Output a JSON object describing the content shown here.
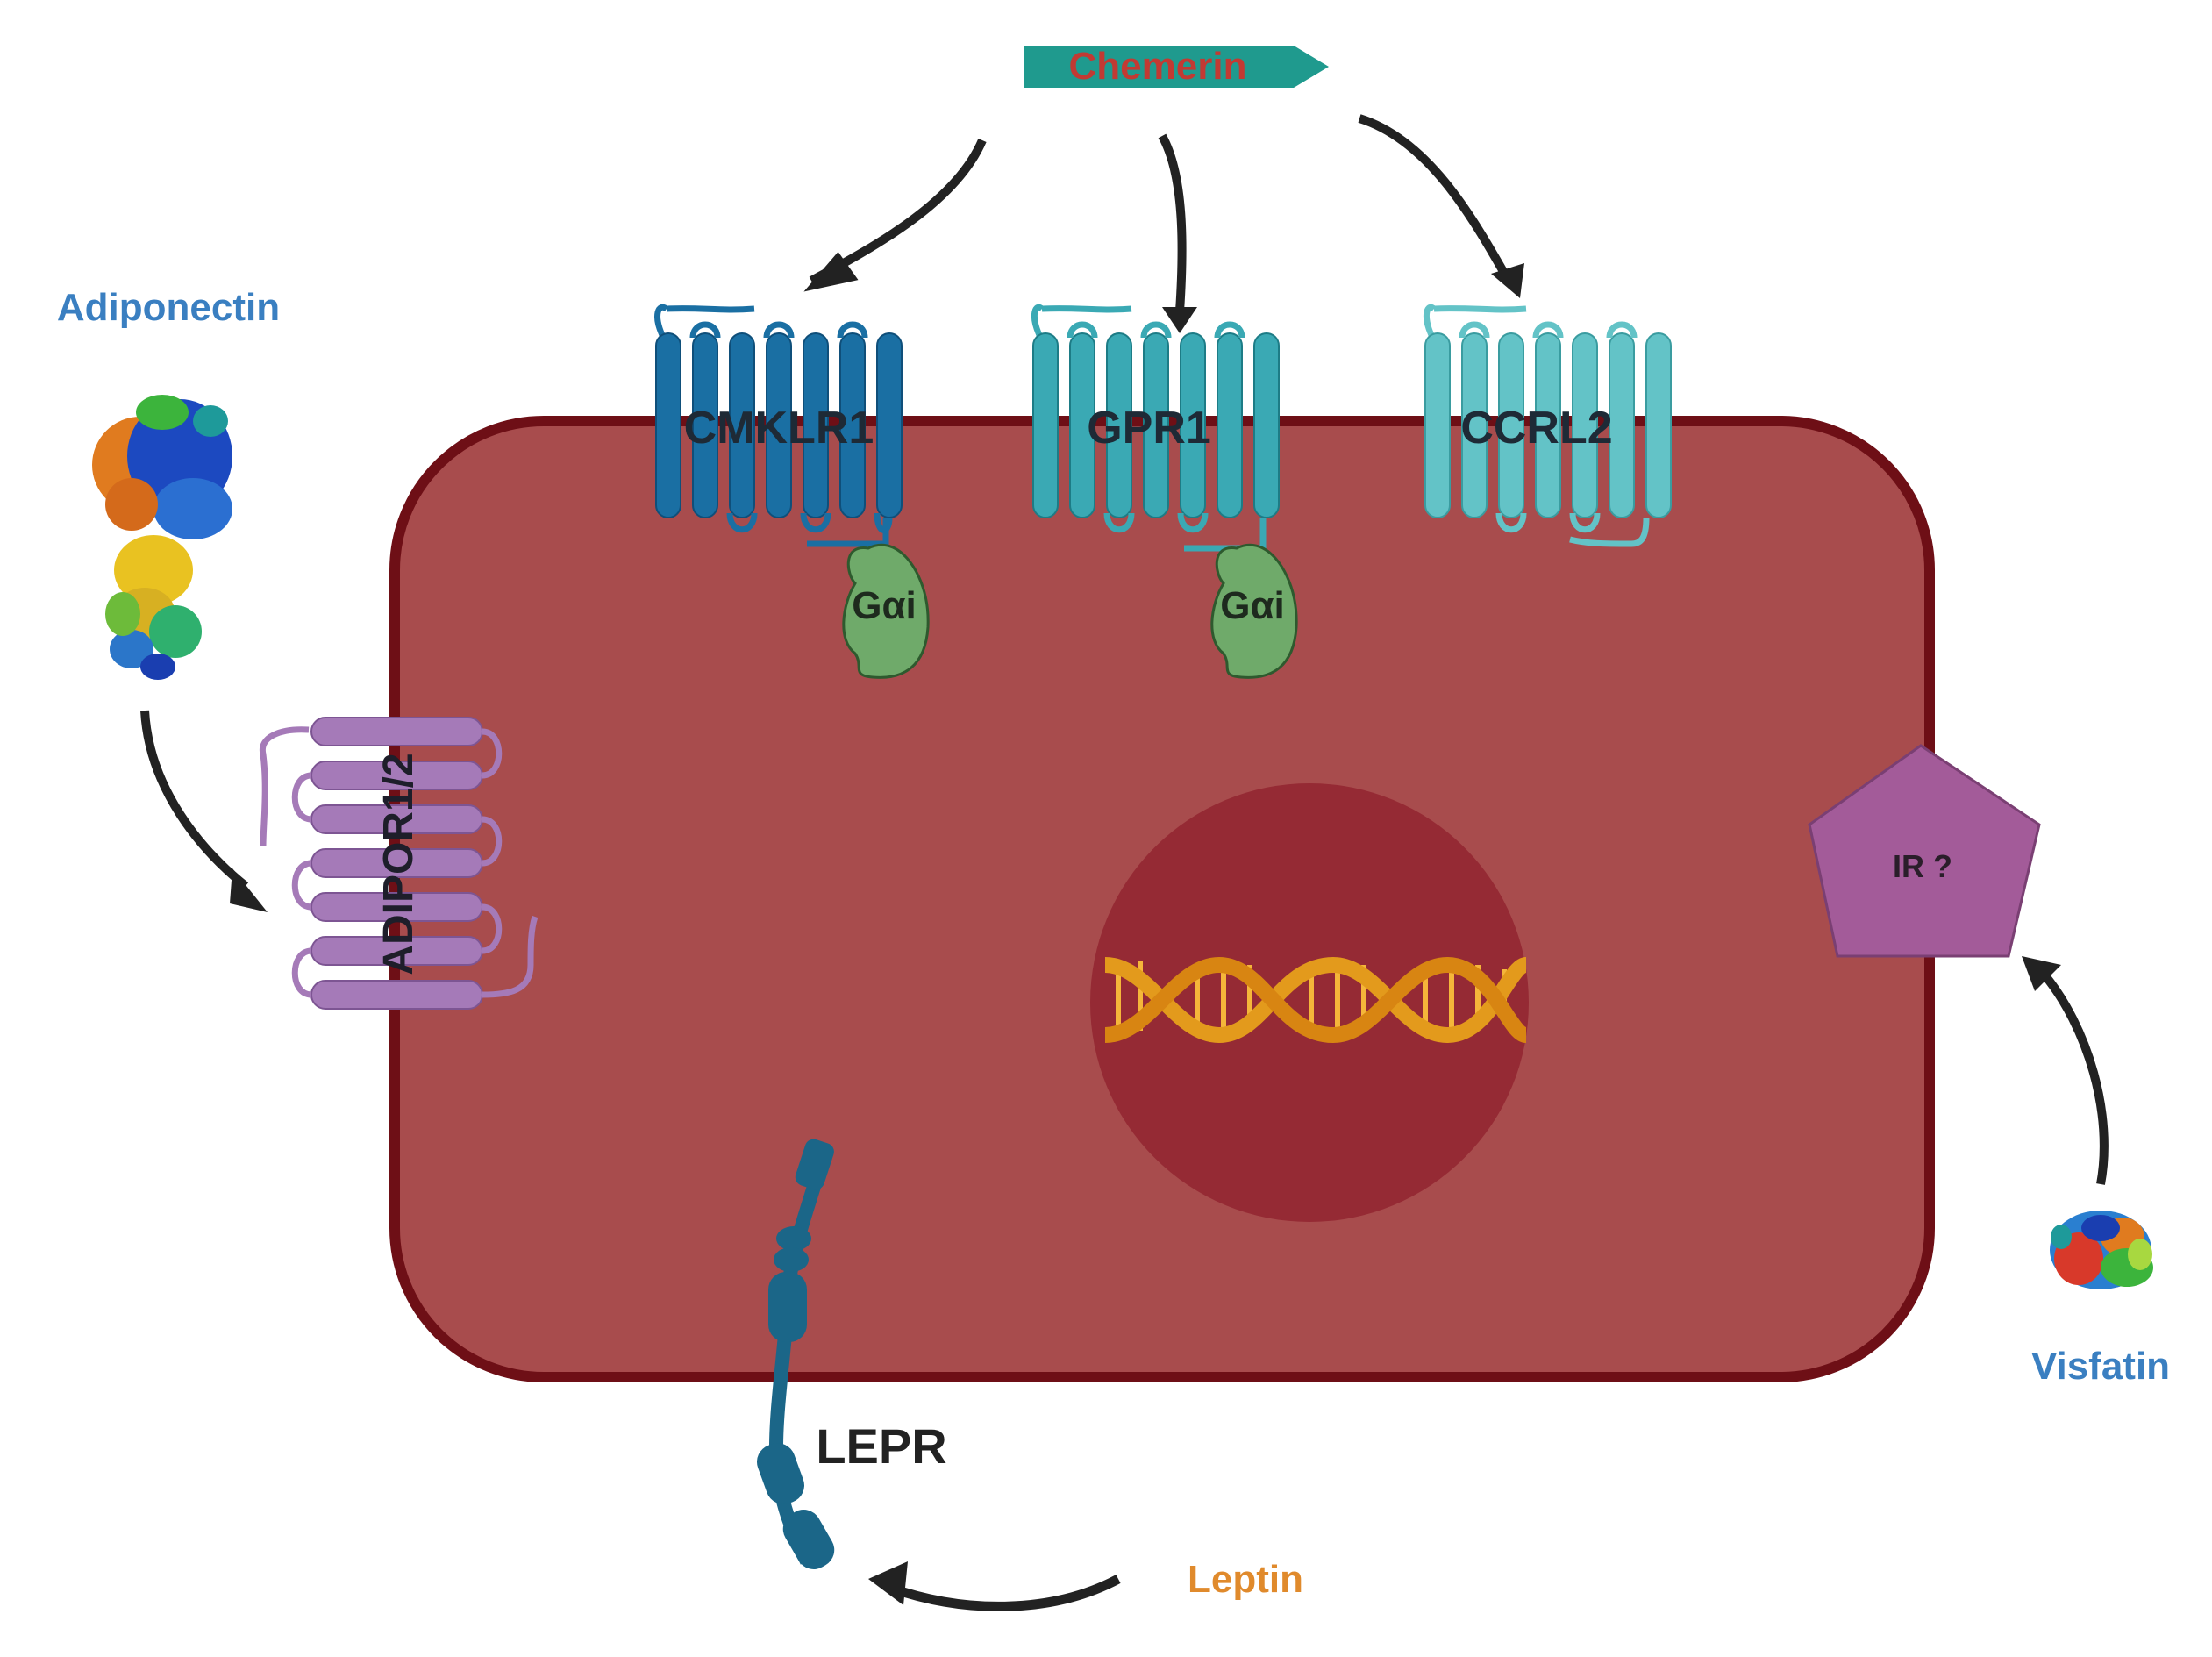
{
  "labels": {
    "chemerin": "Chemerin",
    "adiponectin": "Adiponectin",
    "visfatin": "Visfatin",
    "leptin": "Leptin",
    "cmklr1": "CMKLR1",
    "gpr1": "GPR1",
    "ccrl2": "CCRL2",
    "gai_1": "Gαi",
    "gai_2": "Gαi",
    "adipor": "ADIPOR1/2",
    "ir": "IR ?",
    "lepr": "LEPR"
  },
  "colors": {
    "cell_fill": "#a84c4d",
    "cell_border": "#6e0f16",
    "nucleus": "#952a34",
    "dna": "#e39a1c",
    "cmklr1": "#1a6fa3",
    "gpr1": "#3aa9b4",
    "ccrl2": "#63c3c7",
    "gai": "#6faa6a",
    "adipor": "#a57ab8",
    "ir": "#a35b99",
    "lepr": "#1b6688",
    "chemerin_tag": "#1f9a8e",
    "chemerin_text": "#c23a33",
    "blue_label": "#3a7fc1",
    "orange_label": "#e08a2c",
    "arrow": "#222222"
  },
  "icons": [
    "adiponectin-protein-icon",
    "visfatin-protein-icon",
    "dna-helix-icon"
  ]
}
